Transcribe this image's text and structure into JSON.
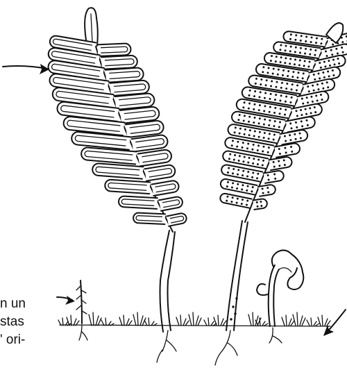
{
  "caption_fragments": [
    "n un",
    "stas",
    "' ori-"
  ],
  "ink_color": "#111111",
  "background": "#ffffff",
  "icons": [
    "arrow-icon",
    "frond-sterile-icon",
    "frond-fertile-icon",
    "young-frond-icon",
    "tiny-frond-icon",
    "grass-icon",
    "root-icon"
  ]
}
